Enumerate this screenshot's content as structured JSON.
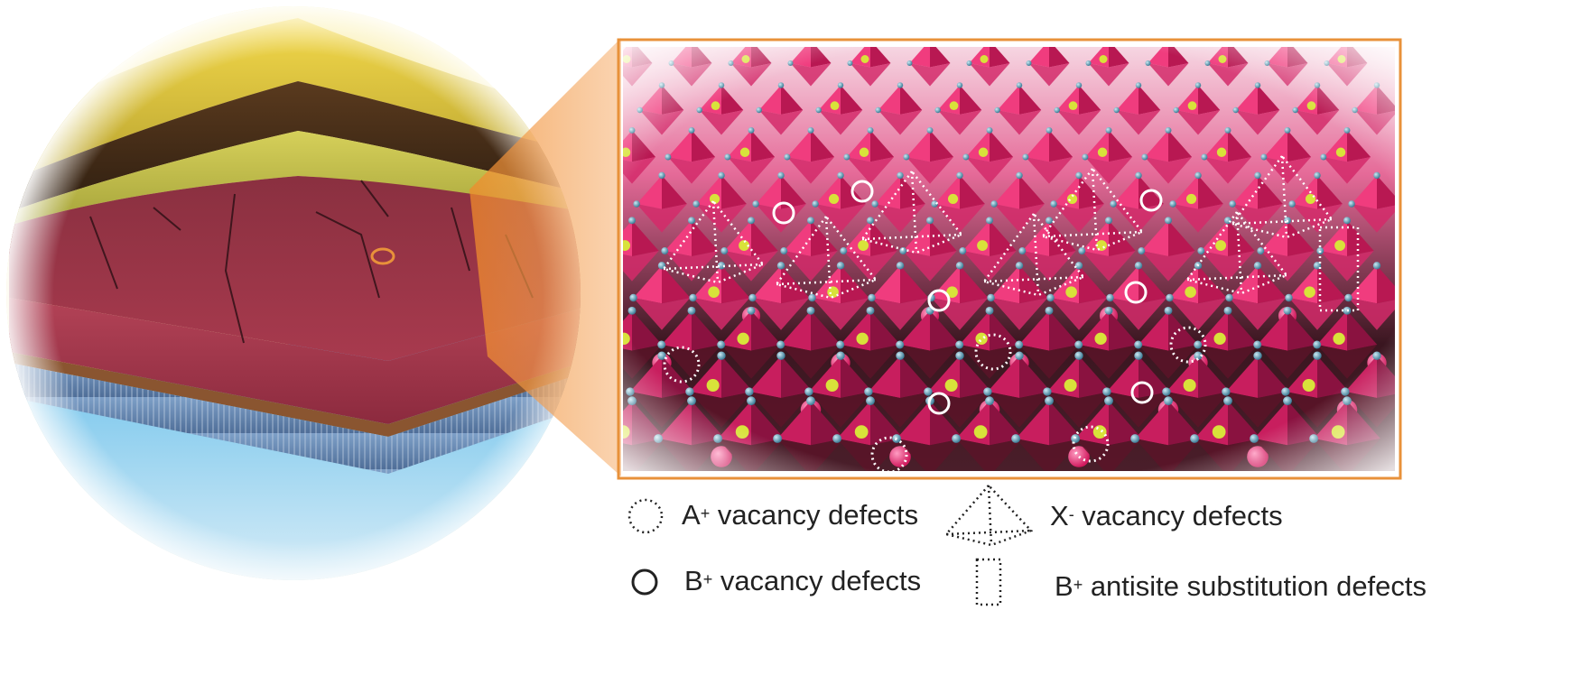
{
  "colors": {
    "accent_frame": "#E8913A",
    "perovskite": "#E0246A",
    "perovskite_dark": "#7A1530",
    "atom_blue": "#4C8FA8",
    "atom_yellow": "#D8E23A",
    "top_layer": "#E8D24A",
    "bottom_layer": "#7FC3E8"
  },
  "legend": [
    {
      "icon": "dotted-circle-icon",
      "ion": "A",
      "charge": "+",
      "label": " vacancy defects"
    },
    {
      "icon": "solid-circle-icon",
      "ion": "B",
      "charge": "+",
      "label": " vacancy defects"
    },
    {
      "icon": "dotted-pyramid-icon",
      "ion": "X",
      "charge": "-",
      "label": " vacancy defects"
    },
    {
      "icon": "dotted-rectangle-icon",
      "ion": "B",
      "charge": "+",
      "label": " antisite substitution defects"
    }
  ]
}
